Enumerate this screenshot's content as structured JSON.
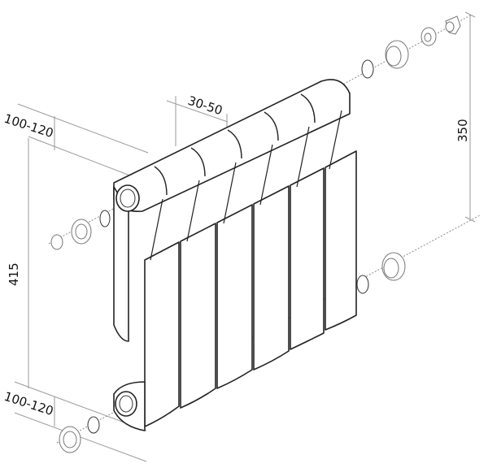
{
  "diagram": {
    "subject": "Sectional radiator exploded view with fittings",
    "sections_count": 6,
    "dimensions": {
      "top_depth": "100-120",
      "bottom_depth": "100-120",
      "fin_spacing": "30-50",
      "height_overall": "415",
      "center_distance": "350"
    },
    "parts": [
      "radiator-body",
      "top-left-plug",
      "top-left-reducer",
      "top-left-gasket",
      "top-right-gasket",
      "top-right-reducer",
      "top-right-washer",
      "air-vent-key",
      "bottom-right-gasket",
      "bottom-right-reducer",
      "bottom-left-gasket",
      "bottom-left-reducer"
    ],
    "colors": {
      "line": "#222222",
      "dimension": "#9a9a9a",
      "background": "#ffffff"
    }
  }
}
